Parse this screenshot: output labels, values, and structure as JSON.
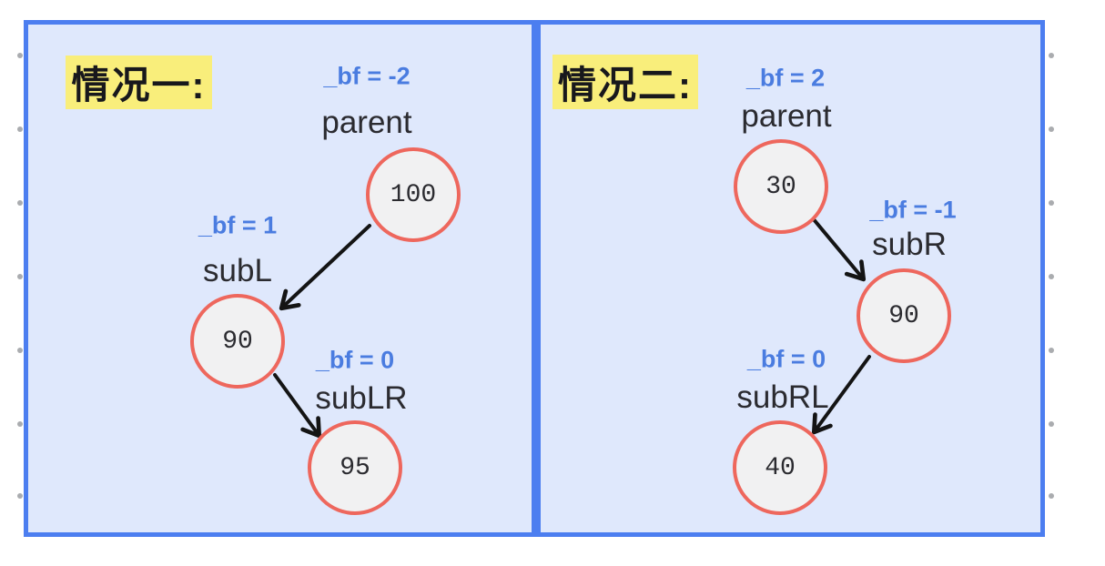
{
  "panels": [
    {
      "case_label": "情况一:",
      "nodes": [
        {
          "bf": "_bf = -2",
          "name": "parent",
          "value": "100"
        },
        {
          "bf": "_bf = 1",
          "name": "subL",
          "value": "90"
        },
        {
          "bf": "_bf = 0",
          "name": "subLR",
          "value": "95"
        }
      ],
      "edges": [
        {
          "from": "parent",
          "to": "subL"
        },
        {
          "from": "subL",
          "to": "subLR"
        }
      ]
    },
    {
      "case_label": "情况二:",
      "nodes": [
        {
          "bf": "_bf = 2",
          "name": "parent",
          "value": "30"
        },
        {
          "bf": "_bf = -1",
          "name": "subR",
          "value": "90"
        },
        {
          "bf": "_bf = 0",
          "name": "subRL",
          "value": "40"
        }
      ],
      "edges": [
        {
          "from": "parent",
          "to": "subR"
        },
        {
          "from": "subR",
          "to": "subRL"
        }
      ]
    }
  ],
  "colors": {
    "panel_border": "#4c7ef0",
    "panel_fill": "#dfe8fc",
    "highlight_yellow": "#f9ee7b",
    "bf_text_blue": "#4a7ce0",
    "node_border_red": "#ee675d",
    "node_fill": "#f1f1f2",
    "label_text_dark": "#2b2b30",
    "arrow_black": "#141414",
    "grid_dot_gray": "#8e9094"
  }
}
